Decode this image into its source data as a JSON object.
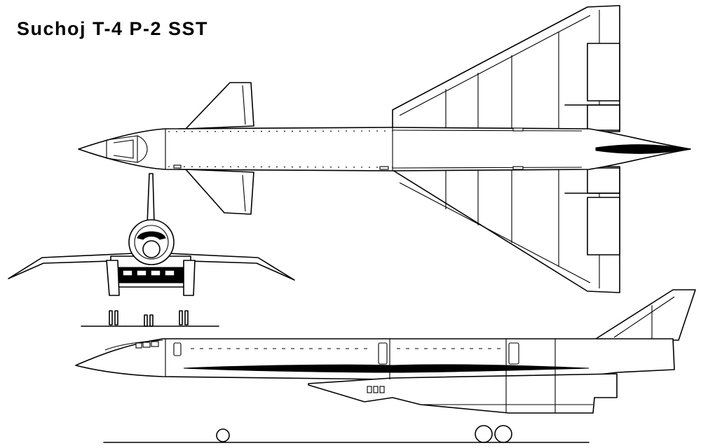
{
  "title": "Suchoj T-4 P-2 SST",
  "colors": {
    "line": "#000000",
    "background": "#ffffff"
  },
  "views": [
    {
      "name": "top-view"
    },
    {
      "name": "front-view"
    },
    {
      "name": "side-view"
    }
  ]
}
